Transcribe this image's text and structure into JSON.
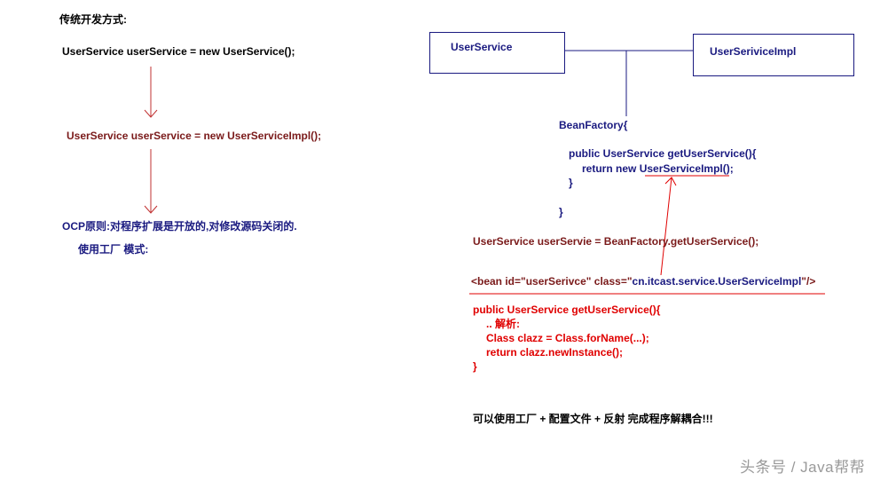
{
  "left": {
    "title": "传统开发方式:",
    "line1": "UserService userService = new UserService();",
    "line2": "UserService userService = new UserServiceImpl();",
    "ocp": "OCP原则:对程序扩展是开放的,对修改源码关闭的.",
    "factory_mode": "使用工厂 模式:"
  },
  "right": {
    "box_service": "UserService",
    "box_impl": "UserSeriviceImpl",
    "bf_open": "BeanFactory{",
    "bf_method": "public UserService getUserService(){",
    "bf_return_kw": "return new ",
    "bf_return_impl": "UserServiceImpl",
    "bf_return_end": "();",
    "bf_inner_close": "}",
    "bf_close": "}",
    "usage": "UserService userServie = BeanFactory.getUserService();",
    "bean_pre": "<bean id=\"userSerivce\" class=\"",
    "bean_class": "cn.itcast.service.UserServiceImpl",
    "bean_post": "\"/>",
    "code1": "public UserService getUserService(){",
    "code2": ".. 解析:",
    "code3": "Class clazz = Class.forName(...);",
    "code4": "return clazz.newInstance();",
    "code5": "}",
    "summary": "可以使用工厂 + 配置文件 + 反射 完成程序解耦合!!!"
  },
  "watermark": "头条号 / Java帮帮",
  "colors": {
    "navy": "#1a1a80",
    "dark_red": "#7a1a1a",
    "red": "#e00000",
    "arrow": "#c03030"
  }
}
